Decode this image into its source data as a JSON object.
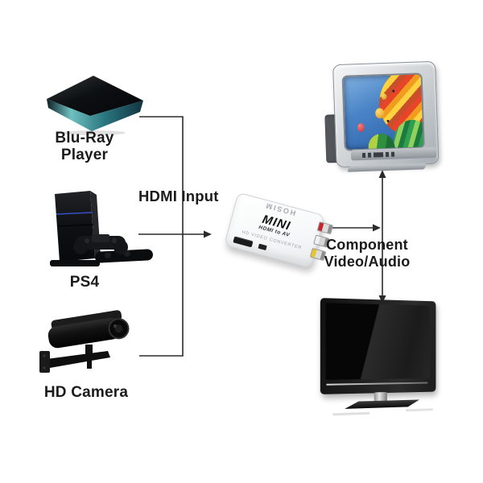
{
  "diagram": {
    "title_hint": "HDMI to AV converter hookup diagram",
    "sources": [
      {
        "name": "blu-ray-player",
        "label": "Blu-Ray\nPlayer"
      },
      {
        "name": "ps4",
        "label": "PS4"
      },
      {
        "name": "hd-camera",
        "label": "HD Camera"
      }
    ],
    "input_label": "HDMI Input",
    "output_label": "Component\nVideo/Audio",
    "converter": {
      "brand": "HOSIM",
      "model": "MINI",
      "subtitle": "HDMI to AV",
      "description": "HD VIDEO CONVERTER",
      "rca_jacks": [
        "red",
        "white",
        "yellow"
      ]
    },
    "displays": [
      "crt-tv",
      "flat-screen-tv"
    ],
    "colors": {
      "line": "#2b2b2b",
      "rca_red": "#c1272d",
      "rca_yellow": "#e8c52a",
      "bluray_teal": "#3f98a0",
      "crt_silver": "#c6cacd",
      "crt_screen_blue": "#3a72b8",
      "ps4_lightbar_blue": "#3550c8"
    }
  }
}
